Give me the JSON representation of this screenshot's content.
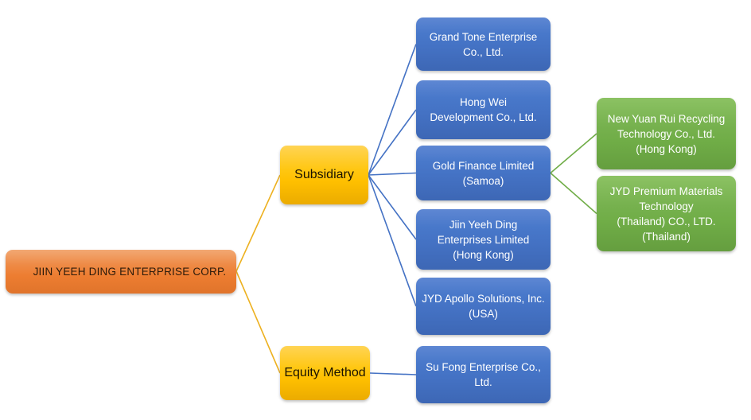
{
  "org": {
    "root": {
      "label": "JIIN YEEH DING ENTERPRISE CORP."
    },
    "categories": [
      {
        "id": "subsidiary",
        "label": "Subsidiary"
      },
      {
        "id": "equity",
        "label": "Equity Method"
      }
    ],
    "subsidiaries": [
      {
        "label": "Grand Tone Enterprise\nCo., Ltd."
      },
      {
        "label": "Hong Wei\nDevelopment Co., Ltd."
      },
      {
        "label": "Gold Finance Limited\n(Samoa)"
      },
      {
        "label": "Jiin Yeeh Ding\nEnterprises Limited\n(Hong Kong)"
      },
      {
        "label": "JYD Apollo Solutions, Inc.\n(USA)"
      }
    ],
    "gold_finance_children": [
      {
        "label": "New Yuan Rui Recycling\nTechnology Co., Ltd.\n(Hong Kong)"
      },
      {
        "label": "JYD Premium Materials\nTechnology\n(Thailand) CO., LTD.\n(Thailand)"
      }
    ],
    "equity_children": [
      {
        "label": "Su Fong Enterprise Co.,\nLtd."
      }
    ]
  },
  "colors": {
    "root_fill": "#ED7D31",
    "category_fill": "#FFC000",
    "subsidiary_fill": "#4472C4",
    "grandchild_fill": "#70AD47",
    "root_connector": "#EDB120",
    "subsidiary_connector": "#4472C4",
    "grandchild_connector": "#70AD47",
    "root_text": "#2b1a0a",
    "category_text": "#1a1200",
    "child_text": "#ffffff"
  }
}
